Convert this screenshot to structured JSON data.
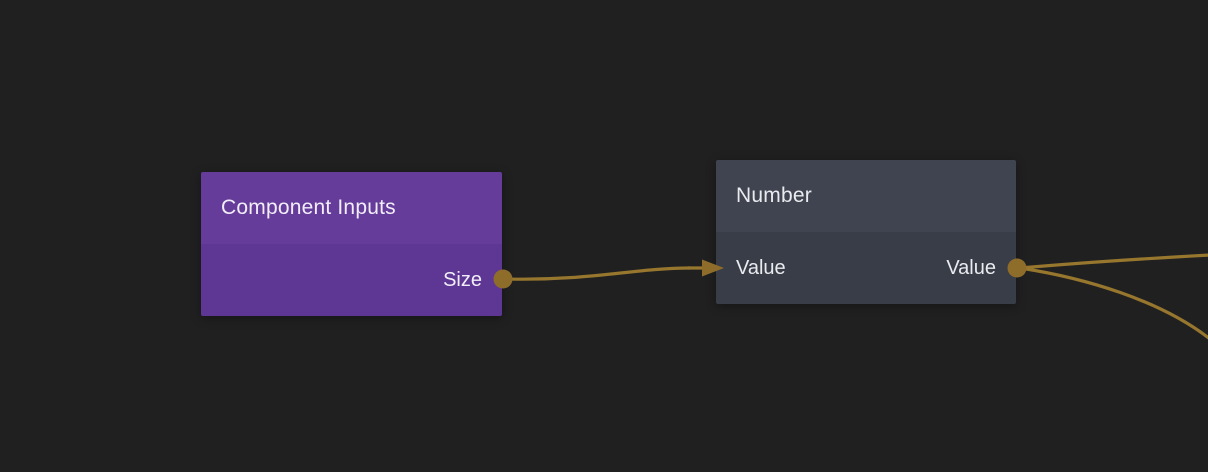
{
  "canvas": {
    "background_color": "#202021",
    "wire_color": "#97762d",
    "port_color": "#8e6d2b"
  },
  "nodes": [
    {
      "title": "Component Inputs",
      "header_color": "#663c9b",
      "body_color": "#5e3794",
      "inputs": [],
      "outputs": [
        {
          "label": "Size"
        }
      ]
    },
    {
      "title": "Number",
      "header_color": "#3f4450",
      "body_color": "#383d48",
      "inputs": [
        {
          "label": "Value"
        }
      ],
      "outputs": [
        {
          "label": "Value"
        }
      ]
    }
  ],
  "connections": [
    {
      "from": "Component Inputs / Size",
      "to": "Number / Value"
    },
    {
      "from": "Number / Value",
      "to": "off-screen right, upper wire"
    },
    {
      "from": "Number / Value",
      "to": "off-screen right, lower wire"
    }
  ]
}
